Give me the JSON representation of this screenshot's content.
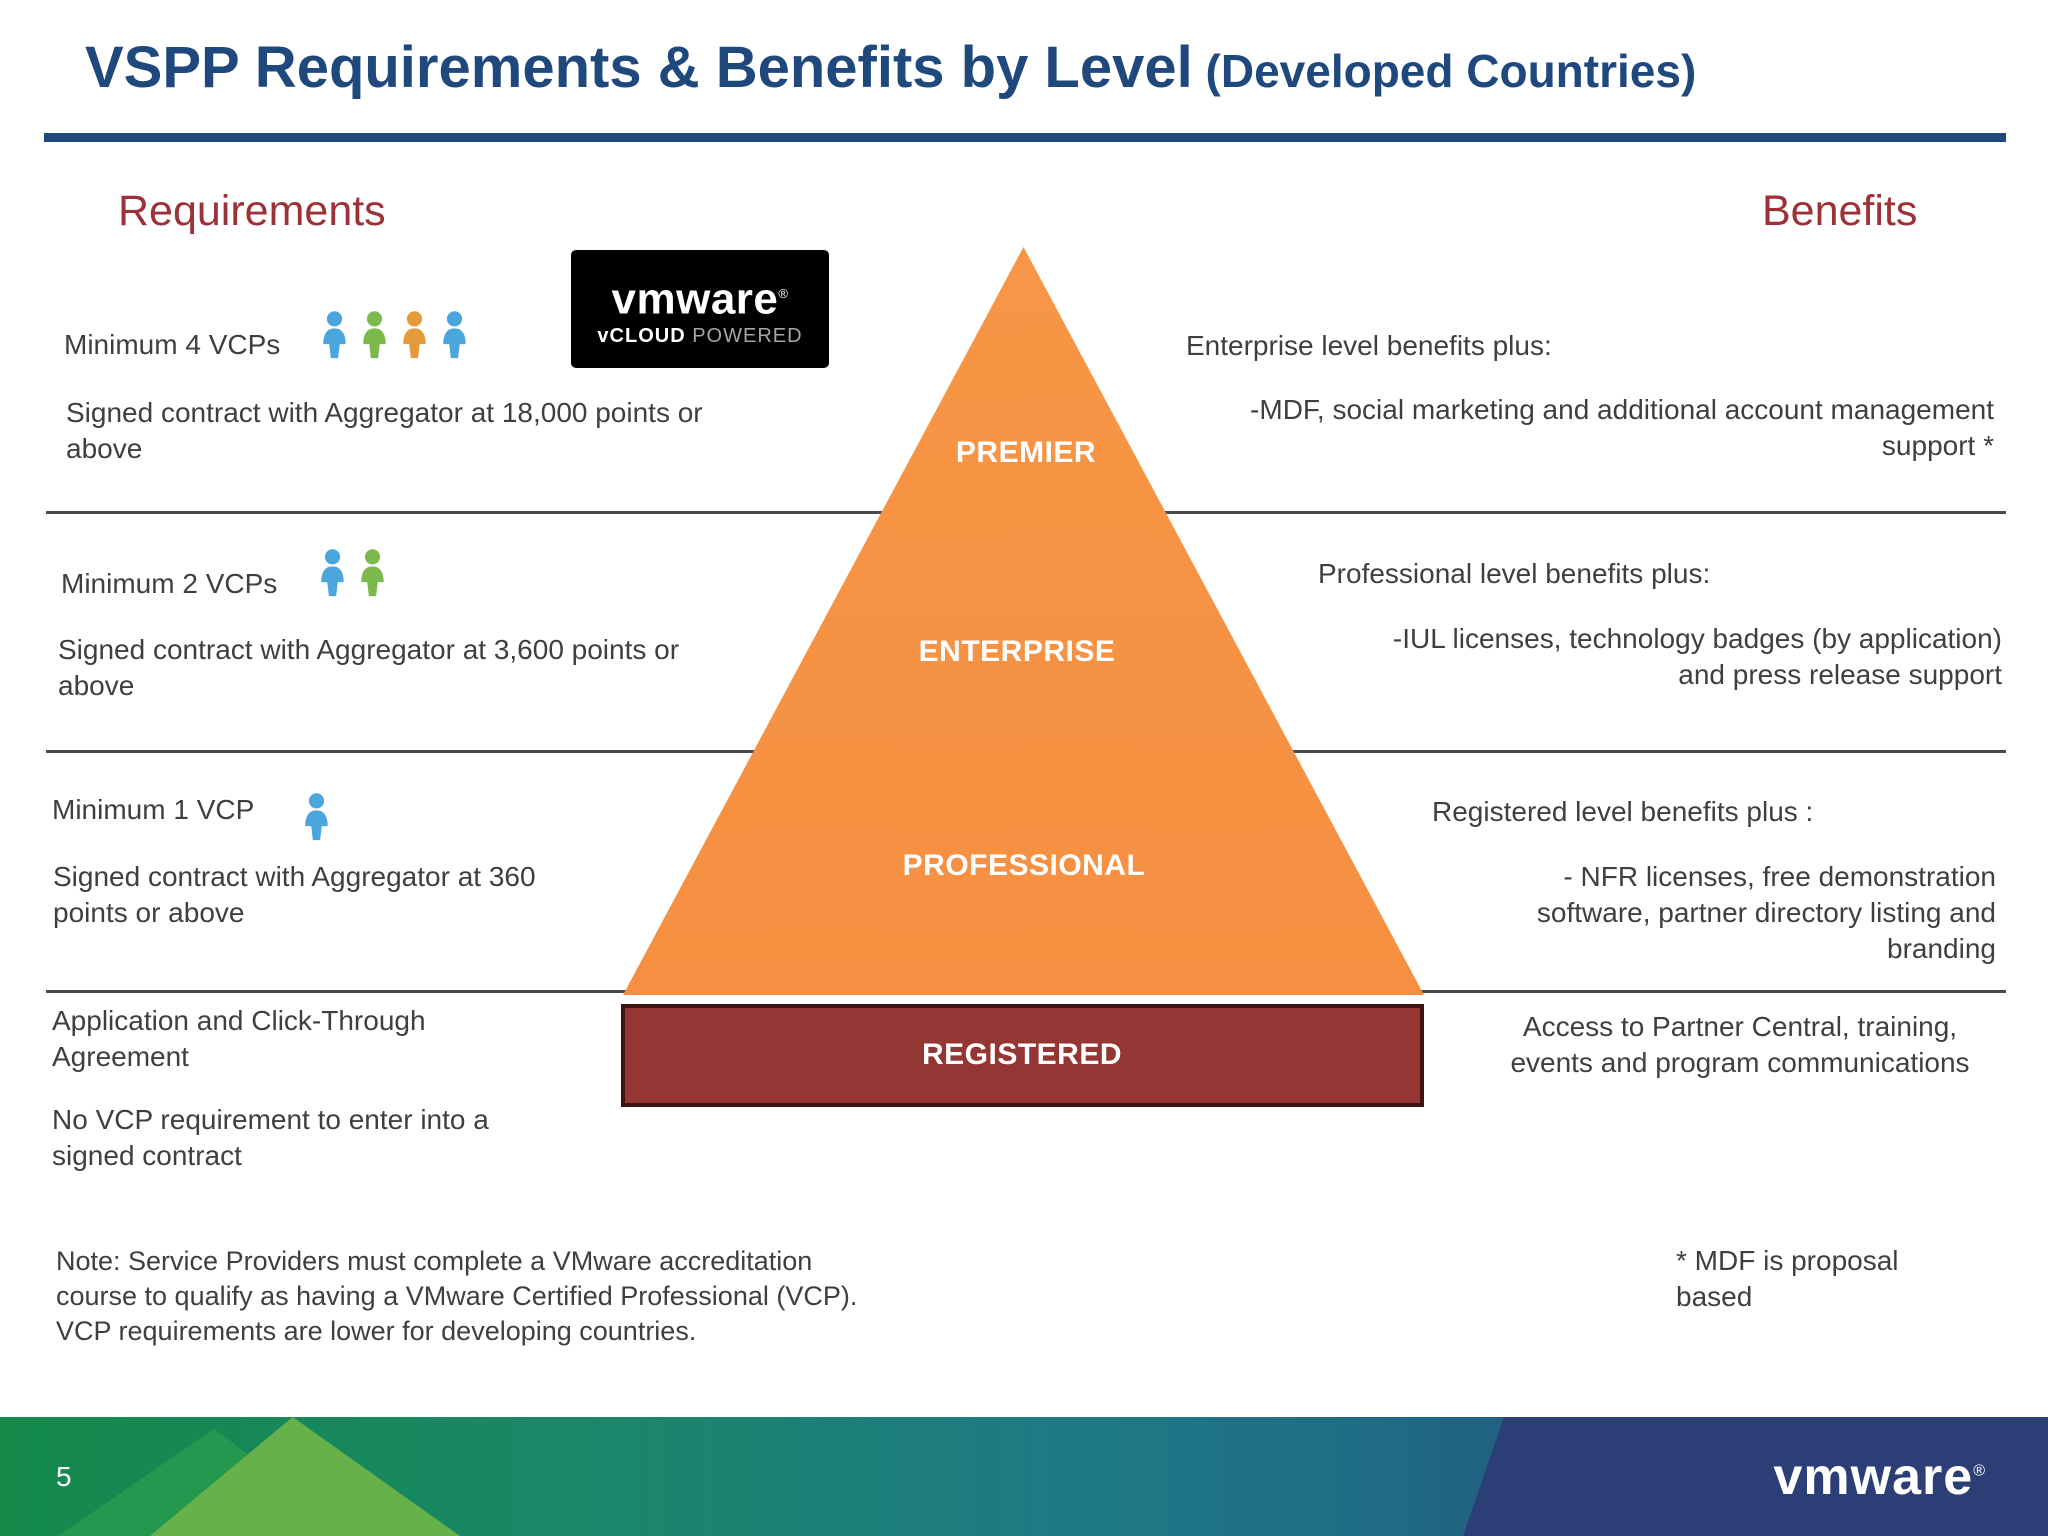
{
  "slide": {
    "title_main": "VSPP Requirements & Benefits by Level",
    "title_suffix": " (Developed Countries)"
  },
  "headings": {
    "requirements": "Requirements",
    "benefits": "Benefits"
  },
  "vcloud": {
    "brand": "vmware",
    "registered": "®",
    "tagline_bold": "vCLOUD",
    "tagline_rest": " POWERED"
  },
  "pyramid": {
    "premier": "PREMIER",
    "enterprise": "ENTERPRISE",
    "professional": "PROFESSIONAL",
    "registered": "REGISTERED"
  },
  "requirements": {
    "premier_vcps": "Minimum 4 VCPs",
    "premier_contract": "Signed contract with Aggregator at 18,000 points or\nabove",
    "enterprise_vcps": "Minimum 2 VCPs",
    "enterprise_contract": "Signed contract with Aggregator at 3,600 points or\nabove",
    "professional_vcp": "Minimum 1 VCP",
    "professional_contract": "Signed contract with Aggregator at 360\npoints or above",
    "registered_line1": "Application and Click-Through\nAgreement",
    "registered_line2": "No VCP requirement to enter into a\nsigned contract",
    "note": "Note: Service Providers must complete a VMware accreditation\ncourse  to qualify as having a VMware Certified Professional (VCP).\nVCP requirements are lower for developing countries."
  },
  "benefits": {
    "premier_header": "Enterprise level benefits plus:",
    "premier_detail": "-MDF, social marketing and additional account management\nsupport *",
    "enterprise_header": "Professional level benefits plus:",
    "enterprise_detail": "-IUL licenses, technology badges (by application)\nand press release support",
    "professional_header": "Registered level benefits plus :",
    "professional_detail": "- NFR licenses, free demonstration\nsoftware, partner directory listing  and\nbranding",
    "registered_detail": "Access to Partner Central, training,\nevents and program communications",
    "footnote": "* MDF is proposal\nbased"
  },
  "footer": {
    "page_number": "5",
    "brand": "vmware",
    "registered_mark": "®"
  },
  "people": {
    "premier": [
      "#4AA6DD",
      "#7CB94D",
      "#E39A3B",
      "#4AA6DD"
    ],
    "enterprise": [
      "#4AA6DD",
      "#7CB94D"
    ],
    "professional": [
      "#4AA6DD"
    ]
  },
  "colors": {
    "title_blue": "#1F497D",
    "heading_red": "#9C3137",
    "pyramid_orange": "#F79646",
    "registered_fill": "#943734",
    "registered_border": "#3F1310",
    "footer_green": "#17904C",
    "footer_teal": "#1F7A85",
    "footer_navy": "#2B3F76"
  }
}
